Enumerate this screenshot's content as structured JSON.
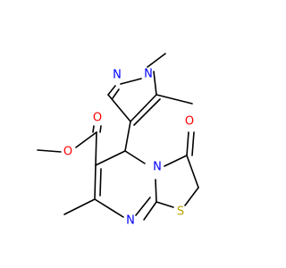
{
  "molecule": {
    "atoms": {
      "O1": {
        "text": "O",
        "color": "#ff0000"
      },
      "O2": {
        "text": "O",
        "color": "#ff0000"
      },
      "O3": {
        "text": "O",
        "color": "#ff0000"
      },
      "N1": {
        "text": "N",
        "color": "#0000ff"
      },
      "N2": {
        "text": "N",
        "color": "#0000ff"
      },
      "N3": {
        "text": "N",
        "color": "#0000ff"
      },
      "N4": {
        "text": "N",
        "color": "#0000ff"
      },
      "S1": {
        "text": "S",
        "color": "#b8a100"
      }
    }
  }
}
